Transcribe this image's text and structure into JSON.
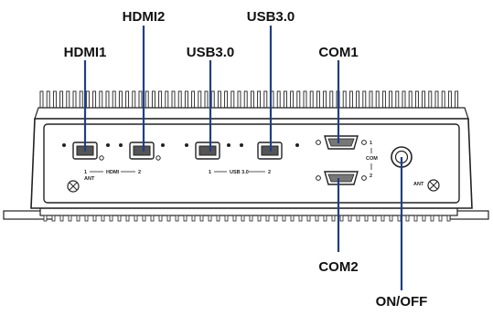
{
  "callouts": {
    "hdmi1": "HDMI1",
    "hdmi2": "HDMI2",
    "usb_a": "USB3.0",
    "usb_b": "USB3.0",
    "com1": "COM1",
    "com2": "COM2",
    "power": "ON/OFF"
  },
  "panel_labels": {
    "hdmi_num_1": "1",
    "hdmi_text": "HDMI",
    "hdmi_num_2": "2",
    "ant_left": "ANT",
    "usb_num_1": "1",
    "usb_text": "USB 3.0",
    "usb_num_2": "2",
    "com_num_1": "1",
    "com_text": "COM",
    "com_num_2": "2",
    "ant_right": "ANT"
  },
  "colors": {
    "leader_line": "#1f3f86",
    "chassis_outline": "#222222"
  }
}
